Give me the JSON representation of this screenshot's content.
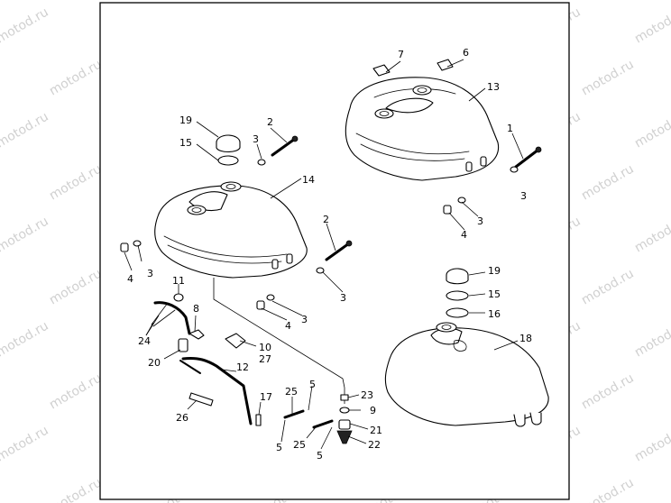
{
  "watermark": "motod.ru",
  "callouts": [
    {
      "id": "c7a",
      "label": "7"
    },
    {
      "id": "c6a",
      "label": "6"
    },
    {
      "id": "c13",
      "label": "13"
    },
    {
      "id": "c19a",
      "label": "19"
    },
    {
      "id": "c2a",
      "label": "2"
    },
    {
      "id": "c15a",
      "label": "15"
    },
    {
      "id": "c3a",
      "label": "3"
    },
    {
      "id": "c1",
      "label": "1"
    },
    {
      "id": "c14",
      "label": "14"
    },
    {
      "id": "c3b",
      "label": "3"
    },
    {
      "id": "c4a",
      "label": "4"
    },
    {
      "id": "c3c",
      "label": "3"
    },
    {
      "id": "c4b",
      "label": "4"
    },
    {
      "id": "c2b",
      "label": "2"
    },
    {
      "id": "c3d",
      "label": "3"
    },
    {
      "id": "c3e",
      "label": "3"
    },
    {
      "id": "c3f",
      "label": "3"
    },
    {
      "id": "c4c",
      "label": "4"
    },
    {
      "id": "c11",
      "label": "11"
    },
    {
      "id": "c8",
      "label": "8"
    },
    {
      "id": "c24",
      "label": "24"
    },
    {
      "id": "c10",
      "label": "10"
    },
    {
      "id": "c27",
      "label": "27"
    },
    {
      "id": "c20",
      "label": "20"
    },
    {
      "id": "c12",
      "label": "12"
    },
    {
      "id": "c19b",
      "label": "19"
    },
    {
      "id": "c15b",
      "label": "15"
    },
    {
      "id": "c16",
      "label": "16"
    },
    {
      "id": "c18",
      "label": "18"
    },
    {
      "id": "c17",
      "label": "17"
    },
    {
      "id": "c26",
      "label": "26"
    },
    {
      "id": "c25a",
      "label": "25"
    },
    {
      "id": "c5a",
      "label": "5"
    },
    {
      "id": "c23",
      "label": "23"
    },
    {
      "id": "c9",
      "label": "9"
    },
    {
      "id": "c21",
      "label": "21"
    },
    {
      "id": "c25b",
      "label": "25"
    },
    {
      "id": "c22",
      "label": "22"
    },
    {
      "id": "c5b",
      "label": "5"
    },
    {
      "id": "c5c",
      "label": "5"
    }
  ]
}
